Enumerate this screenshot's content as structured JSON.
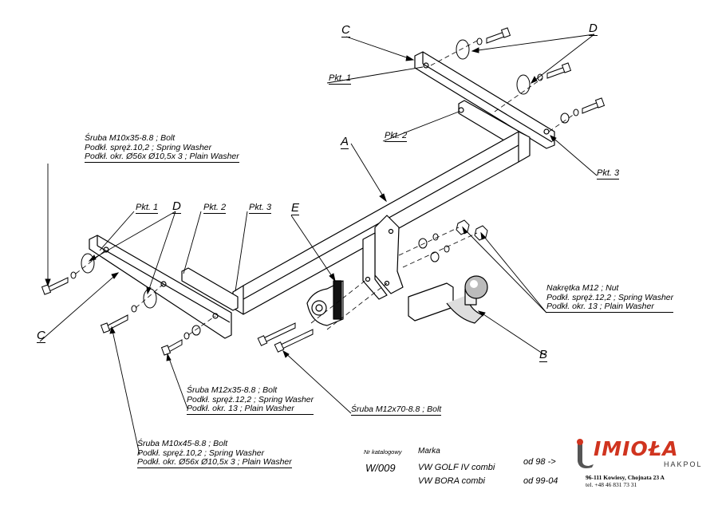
{
  "labels": {
    "C_top": "C",
    "D_top": "D",
    "pkt1_top": "Pkt. 1",
    "pkt2_top": "Pkt. 2",
    "pkt3_right": "Pkt. 3",
    "A": "A",
    "E": "E",
    "pkt1_left": "Pkt. 1",
    "D_left": "D",
    "pkt2_left": "Pkt. 2",
    "pkt3_left": "Pkt. 3",
    "C_left": "C",
    "B": "B"
  },
  "notes": {
    "bolt_m10x35": [
      "Śruba M10x35-8.8 ;  Bolt",
      "Podkł. spręż.10,2 ; Spring Washer",
      "Podkł. okr.  Ø56x Ø10,5x 3 ; Plain Washer"
    ],
    "nut_m12": [
      "Nakrętka  M12 ; Nut",
      "Podkł. spręż.12,2 ; Spring Washer",
      "Podkł. okr. 13 ; Plain Washer"
    ],
    "bolt_m12x35": [
      "Śruba M12x35-8.8 ;  Bolt",
      "Podkł. spręż.12,2 ; Spring Washer",
      "Podkł. okr. 13 ; Plain Washer"
    ],
    "bolt_m12x70": "Śruba M12x70-8.8 ;  Bolt",
    "bolt_m10x45": [
      "Śruba M10x45-8.8 ;  Bolt",
      "Podkł. spręż.10,2 ; Spring Washer",
      "Podkł. okr.  Ø56x Ø10,5x 3 ; Plain Washer"
    ]
  },
  "catalog": {
    "nr_label": "Nr katalogowy",
    "marka_label": "Marka",
    "nr_value": "W/009",
    "models": [
      "VW GOLF IV combi",
      "VW BORA combi"
    ],
    "dates": [
      "od 98 ->",
      "od 99-04"
    ]
  },
  "logo": {
    "name": "IMIOŁA",
    "sub": "HAKPOL",
    "address": "96-111 Kowiesy, Chojnata 23 A",
    "tel": "tel. +48 46 831 73 31",
    "color": "#d0341f"
  }
}
